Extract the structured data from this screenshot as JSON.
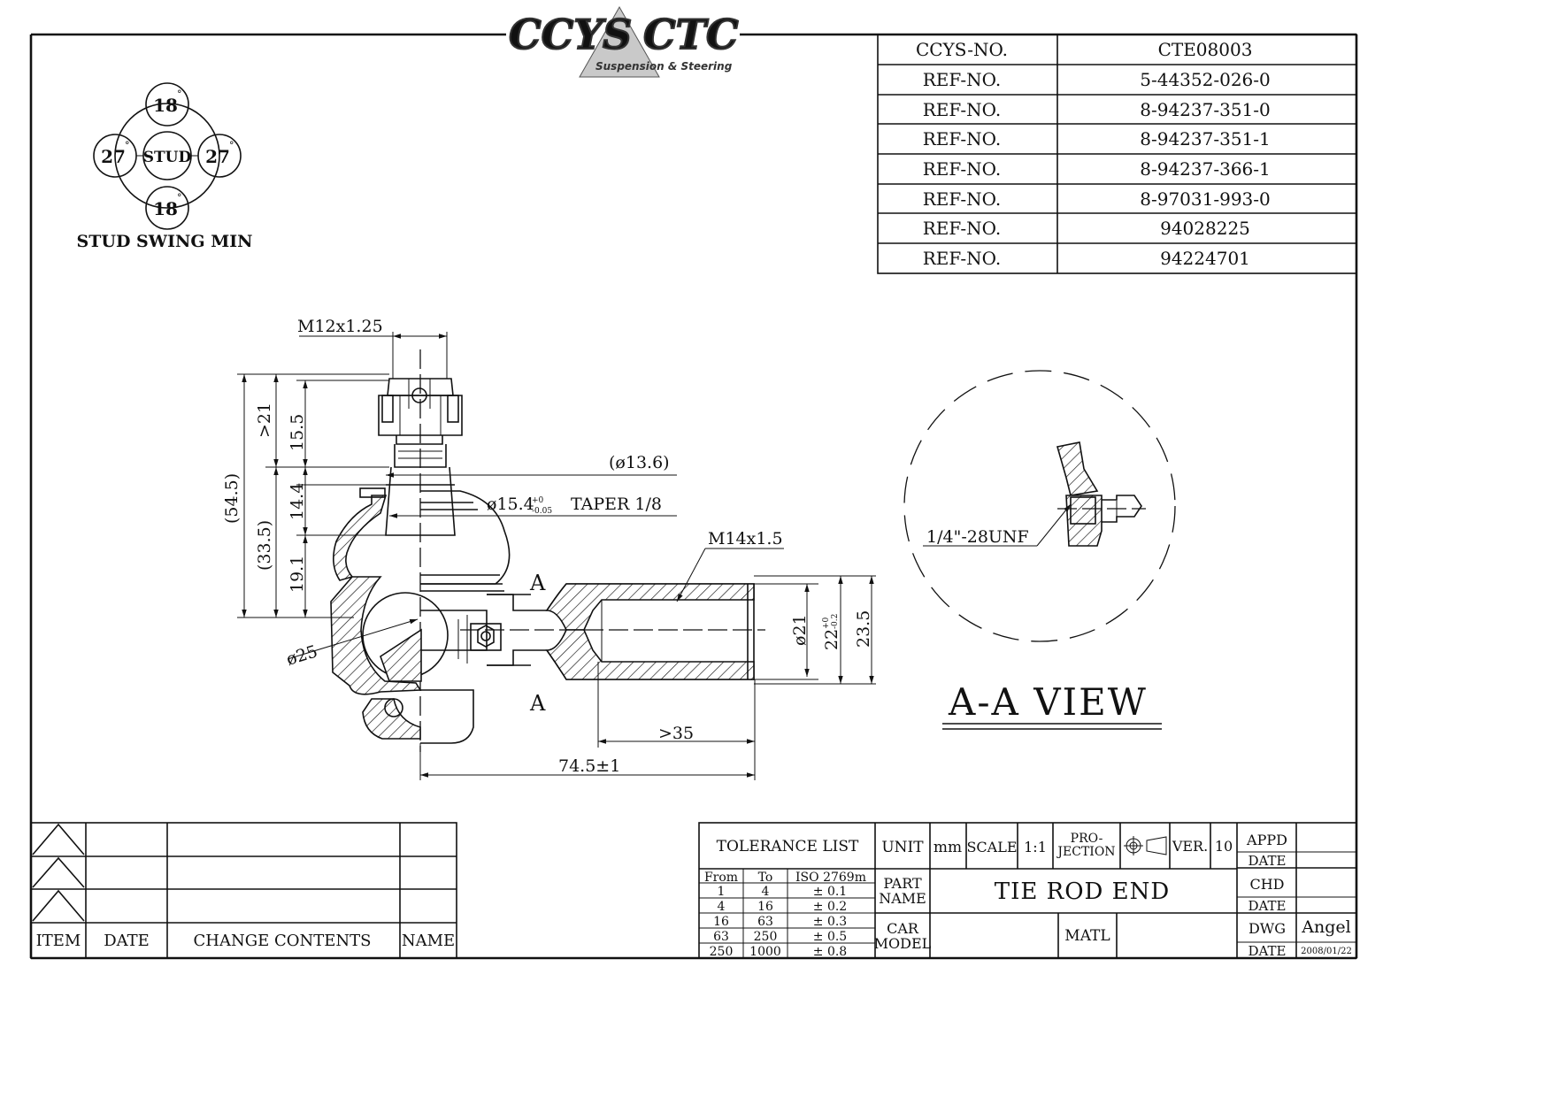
{
  "logo": {
    "brand_left": "CCYS",
    "brand_right": "CTC",
    "tagline": "Suspension & Steering"
  },
  "swing": {
    "top": "18",
    "bottom": "18",
    "left": "27",
    "right": "27",
    "center": "STUD",
    "deg": "°",
    "caption": "STUD SWING MIN"
  },
  "ref_table": [
    {
      "label": "CCYS-NO.",
      "value": "CTE08003"
    },
    {
      "label": "REF-NO.",
      "value": "5-44352-026-0"
    },
    {
      "label": "REF-NO.",
      "value": "8-94237-351-0"
    },
    {
      "label": "REF-NO.",
      "value": "8-94237-351-1"
    },
    {
      "label": "REF-NO.",
      "value": "8-94237-366-1"
    },
    {
      "label": "REF-NO.",
      "value": "8-97031-993-0"
    },
    {
      "label": "REF-NO.",
      "value": "94028225"
    },
    {
      "label": "REF-NO.",
      "value": "94224701"
    }
  ],
  "dims": {
    "thread_stud": "M12x1.25",
    "d_13_6": "(ø13.6)",
    "taper_main": "ø15.4",
    "taper_tol_up": "+0",
    "taper_tol_dn": "-0.05",
    "taper_rest": "TAPER 1/8",
    "thread_shank": "M14x1.5",
    "h_54_5": "(54.5)",
    "h_33_5": "(33.5)",
    "h_21": ">21",
    "h_15_5": "15.5",
    "h_14_4": "14.4",
    "h_19_1": "19.1",
    "d_25": "ø25",
    "d_21": "ø21",
    "d_22_main": "22",
    "d_22_tol_up": "+0",
    "d_22_tol_dn": "-0.2",
    "d_23_5": "23.5",
    "l_35": ">35",
    "l_74_5": "74.5±1",
    "section_a": "A",
    "grease_thread": "1/4\"-28UNF",
    "view_title": "A-A VIEW"
  },
  "revision_block": {
    "headers": [
      "ITEM",
      "DATE",
      "CHANGE CONTENTS",
      "NAME"
    ]
  },
  "title_block": {
    "tolerance_title": "TOLERANCE LIST",
    "tol_headers": [
      "From",
      "To",
      "ISO 2769m"
    ],
    "tol_rows": [
      [
        "1",
        "4",
        "± 0.1"
      ],
      [
        "4",
        "16",
        "± 0.2"
      ],
      [
        "16",
        "63",
        "± 0.3"
      ],
      [
        "63",
        "250",
        "± 0.5"
      ],
      [
        "250",
        "1000",
        "± 0.8"
      ]
    ],
    "unit_label": "UNIT",
    "unit_value": "mm",
    "scale_label": "SCALE",
    "scale_value": "1:1",
    "projection_label_1": "PRO-",
    "projection_label_2": "JECTION",
    "ver_label": "VER.",
    "ver_value": "10",
    "part_name_label_1": "PART",
    "part_name_label_2": "NAME",
    "part_name": "TIE ROD END",
    "car_model_label_1": "CAR",
    "car_model_label_2": "MODEL",
    "matl_label": "MATL",
    "appd_label": "APPD",
    "chd_label": "CHD",
    "dwg_label": "DWG",
    "date_label": "DATE",
    "drawn_by": "Angel",
    "drawn_date": "2008/01/22"
  }
}
